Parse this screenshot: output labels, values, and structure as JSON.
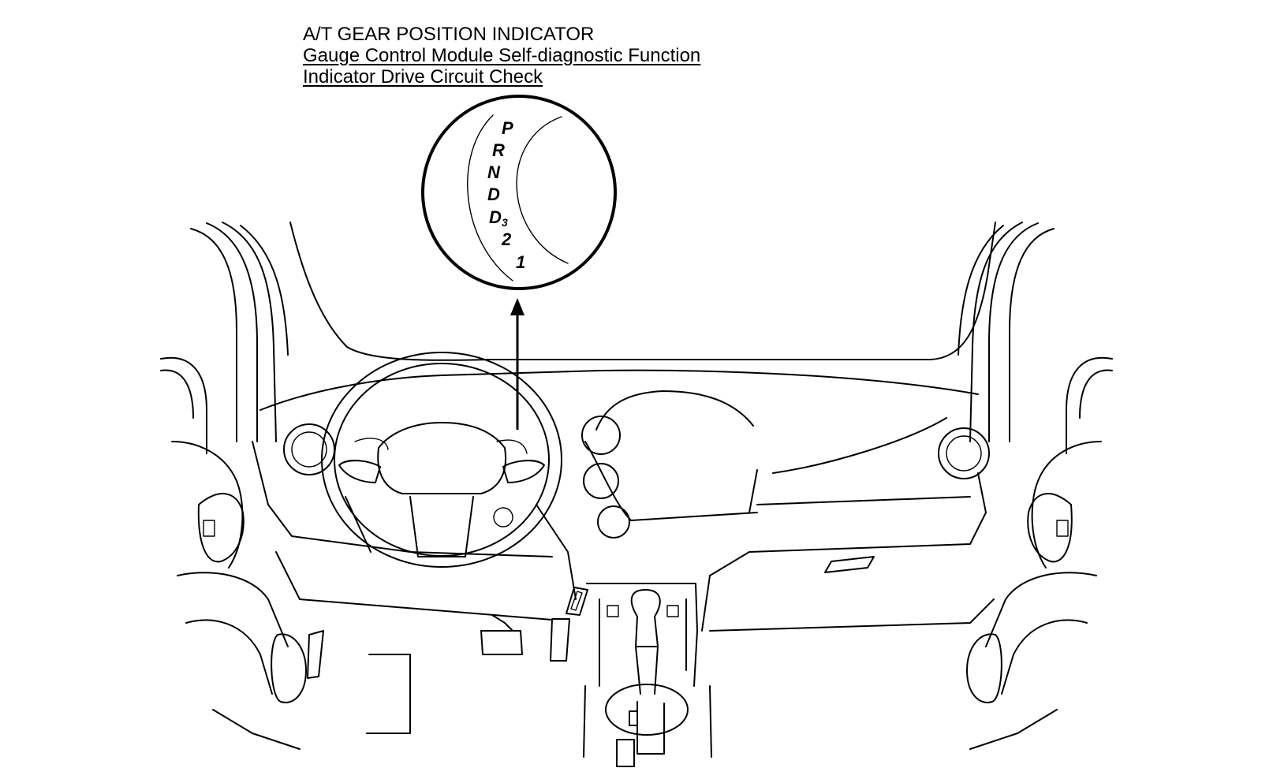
{
  "header": {
    "title": "A/T GEAR POSITION INDICATOR",
    "subtitle_1": "Gauge Control Module Self-diagnostic Function",
    "subtitle_2": "Indicator Drive Circuit Check"
  },
  "indicator": {
    "gears": [
      "P",
      "R",
      "N",
      "D",
      "D",
      "2",
      "1"
    ],
    "d3_subscript": "3"
  },
  "colors": {
    "line": "#000000",
    "background": "#ffffff"
  }
}
